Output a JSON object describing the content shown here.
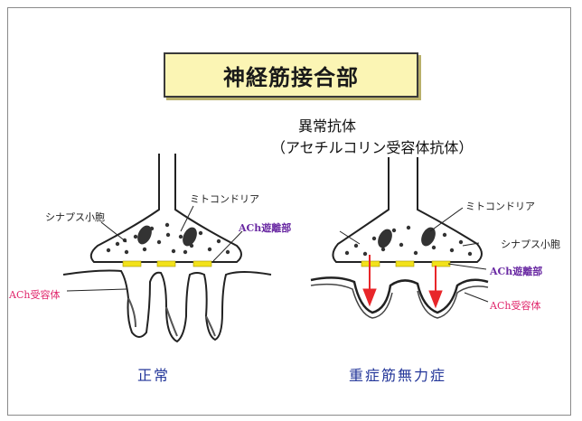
{
  "title": "神経筋接合部",
  "antibody": {
    "line1": "異常抗体",
    "line2": "（アセチルコリン受容体抗体）"
  },
  "normal": {
    "label_vesicle": "シナプス小胞",
    "label_mitochondria": "ミトコンドリア",
    "label_release": "ACh遊離部",
    "label_receptor": "ACh受容体",
    "caption": "正常"
  },
  "mg": {
    "label_mitochondria": "ミトコンドリア",
    "label_vesicle": "シナプス小胞",
    "label_release": "ACh遊離部",
    "label_receptor": "ACh受容体",
    "caption": "重症筋無力症"
  },
  "colors": {
    "release_site": "#f2e21a",
    "arrow": "#e8262a",
    "receptor_label": "#e0266b",
    "release_label": "#6a2aa3",
    "caption": "#24379a",
    "title_bg": "#fbf5b4"
  }
}
